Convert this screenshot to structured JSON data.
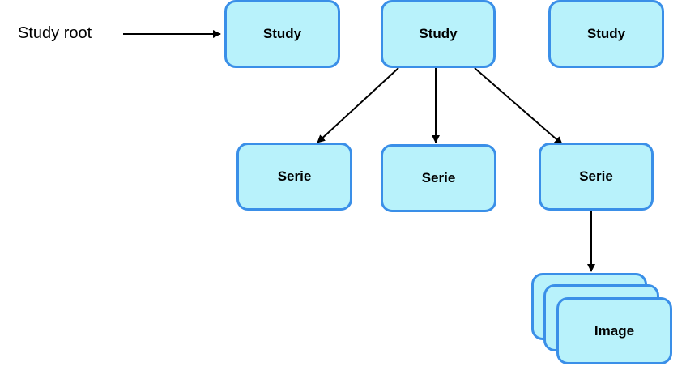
{
  "root_label": "Study root",
  "studies": [
    "Study",
    "Study",
    "Study"
  ],
  "series": [
    "Serie",
    "Serie",
    "Serie"
  ],
  "image": "Image",
  "colors": {
    "node_fill": "#b8f2fb",
    "node_border": "#3a8fe8",
    "arrow": "#000000"
  }
}
